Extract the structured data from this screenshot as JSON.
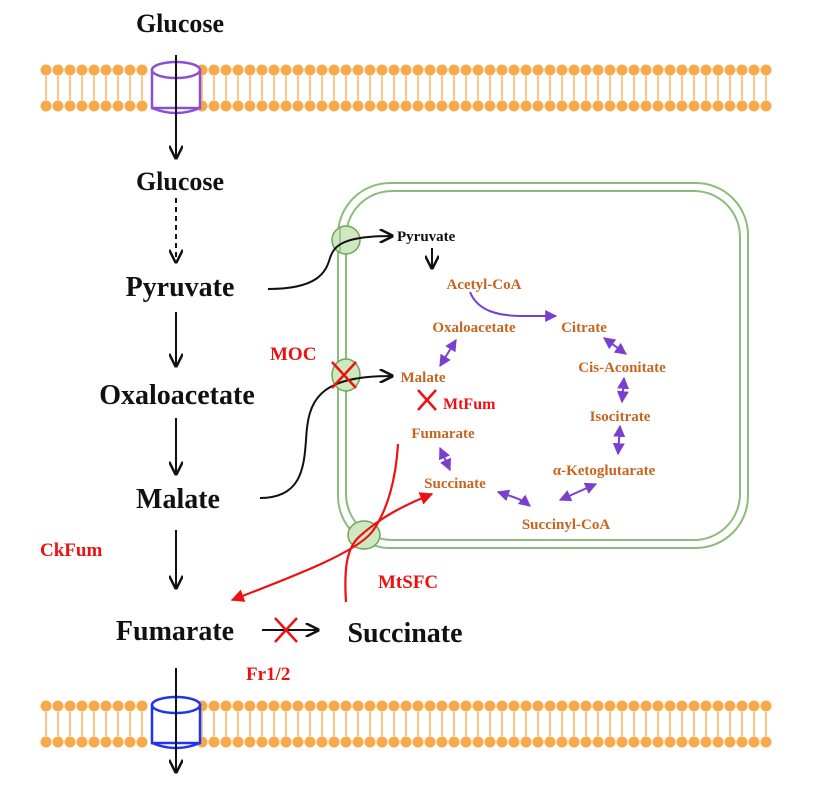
{
  "cytosol": {
    "glucose_outside": "Glucose",
    "glucose_inside": "Glucose",
    "pyruvate": "Pyruvate",
    "oxaloacetate": "Oxaloacetate",
    "malate": "Malate",
    "fumarate": "Fumarate",
    "succinate": "Succinate"
  },
  "mitochondrion": {
    "pyruvate": "Pyruvate",
    "acetyl_coa": "Acetyl-CoA",
    "citrate": "Citrate",
    "cis_aconitate": "Cis-Aconitate",
    "isocitrate": "Isocitrate",
    "ketoglutarate": "α-Ketoglutarate",
    "succinyl_coa": "Succinyl-CoA",
    "succinate": "Succinate",
    "fumarate": "Fumarate",
    "malate": "Malate",
    "oxaloacetate": "Oxaloacetate"
  },
  "enzymes": {
    "moc": "MOC",
    "mtfum": "MtFum",
    "ckfum": "CkFum",
    "mtsfc": "MtSFC",
    "fr": "Fr1/2"
  },
  "colors": {
    "membrane_head": "#f7a94a",
    "membrane_tail": "#f9c487",
    "mito_membrane": "#8cbc7c",
    "channel_fill": "#cfe8c0",
    "transporter_top": "#8a4fd6",
    "transporter_bottom": "#2233ee",
    "tca_arrow": "#7a3fd0",
    "mito_text": "#c8641e",
    "enzyme_text": "#ee1111",
    "black_text": "#111111"
  }
}
